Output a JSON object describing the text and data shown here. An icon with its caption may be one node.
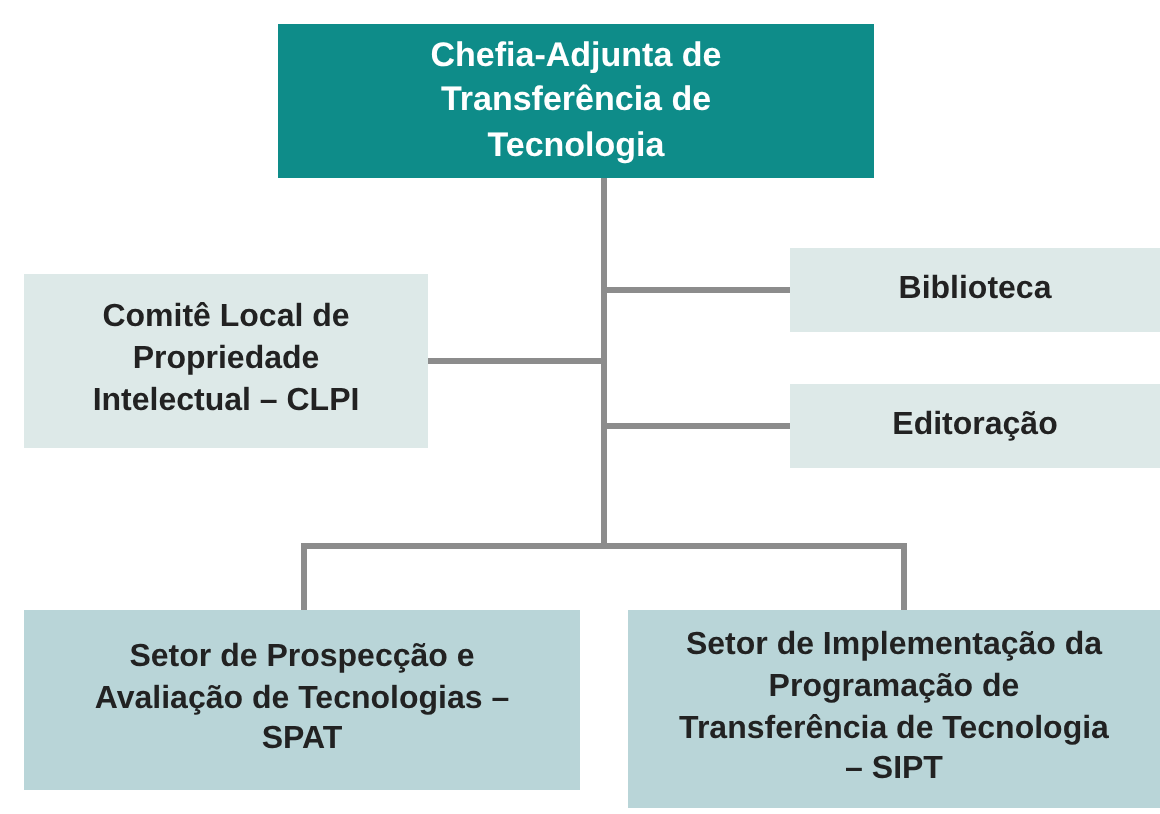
{
  "diagram": {
    "nodes": [
      {
        "text": [
          "Chefia-Adjunta de Transferência de Tecnologia"
        ]
      },
      {
        "text": [
          "Biblioteca"
        ]
      },
      {
        "text": [
          "Comitê Local de Propriedade Intelectual – CLPI"
        ]
      },
      {
        "text": [
          "Editoração"
        ]
      },
      {
        "text": [
          "Setor de Prospecção e Avaliação de Tecnologias – SPAT"
        ]
      },
      {
        "text": [
          "Setor de Implementação da Programação de Transferência de Tecnologia – SIPT"
        ]
      }
    ],
    "edges": [
      {
        "from": 0,
        "to": 1,
        "arrow": "none"
      },
      {
        "from": 0,
        "to": 2,
        "arrow": "none"
      },
      {
        "from": 0,
        "to": 3,
        "arrow": "none"
      },
      {
        "from": 0,
        "to": 4,
        "arrow": "none"
      },
      {
        "from": 0,
        "to": 5,
        "arrow": "none"
      }
    ]
  }
}
